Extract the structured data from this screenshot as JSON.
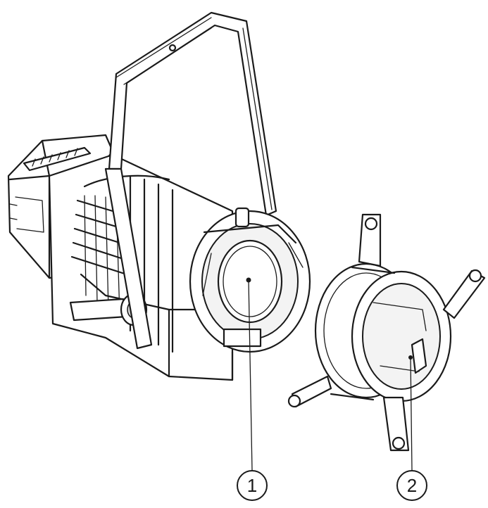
{
  "callouts": [
    {
      "label": "1",
      "part": "front-lens"
    },
    {
      "label": "2",
      "part": "gobo-holder-ring"
    }
  ],
  "colors": {
    "line": "#1a1a1a",
    "fill": "#ffffff",
    "shade": "#d8d8d8"
  }
}
